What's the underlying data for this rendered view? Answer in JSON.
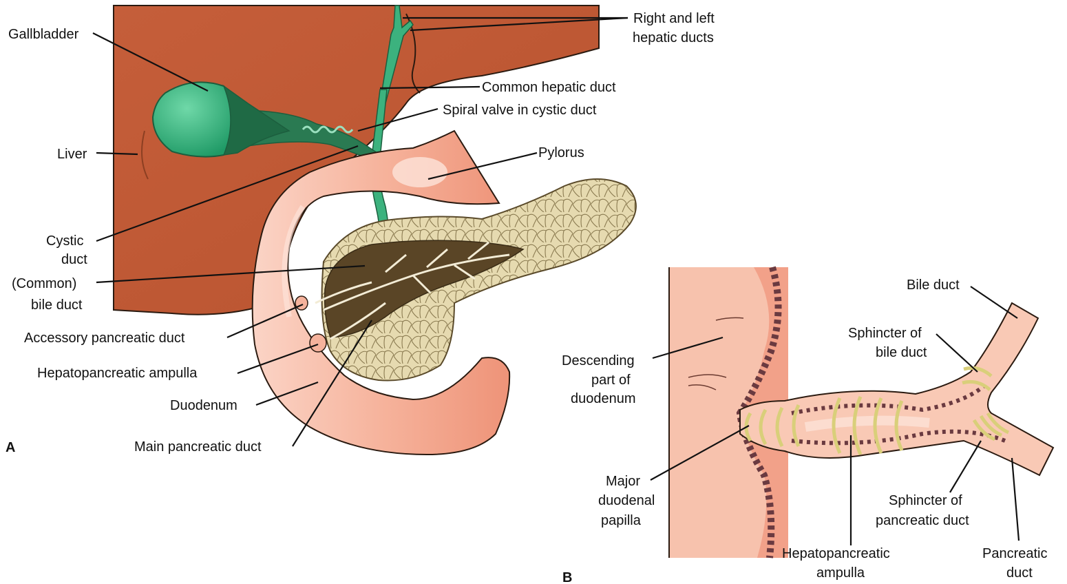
{
  "panel_a": {
    "letter": "A",
    "labels": {
      "gallbladder": "Gallbladder",
      "liver": "Liver",
      "cystic_duct_1": "Cystic",
      "cystic_duct_2": "duct",
      "common_bile_duct_1": "(Common)",
      "common_bile_duct_2": "bile duct",
      "accessory_pancreatic_duct": "Accessory pancreatic duct",
      "hepatopancreatic_ampulla": "Hepatopancreatic ampulla",
      "duodenum": "Duodenum",
      "main_pancreatic_duct": "Main pancreatic duct",
      "hepatic_ducts_1": "Right and left",
      "hepatic_ducts_2": "hepatic ducts",
      "common_hepatic_duct": "Common hepatic duct",
      "spiral_valve": "Spiral valve in cystic duct",
      "pylorus": "Pylorus"
    }
  },
  "panel_b": {
    "letter": "B",
    "labels": {
      "descending_1": "Descending",
      "descending_2": "part of",
      "descending_3": "duodenum",
      "bile_duct": "Bile duct",
      "sphincter_bile_1": "Sphincter of",
      "sphincter_bile_2": "bile duct",
      "major_papilla_1": "Major",
      "major_papilla_2": "duodenal",
      "major_papilla_3": "papilla",
      "sphincter_panc_1": "Sphincter of",
      "sphincter_panc_2": "pancreatic duct",
      "ampulla_1": "Hepatopancreatic",
      "ampulla_2": "ampulla",
      "pancreatic_duct_1": "Pancreatic",
      "pancreatic_duct_2": "duct"
    }
  },
  "colors": {
    "liver": "#c8603a",
    "gallbladder": "#2fae7a",
    "duct_green": "#3cb27e",
    "duodenum": "#f19a80",
    "pancreas": "#e8dcb0",
    "pancreas_dark": "#5a4526",
    "sphincter": "#d9cf7a"
  }
}
